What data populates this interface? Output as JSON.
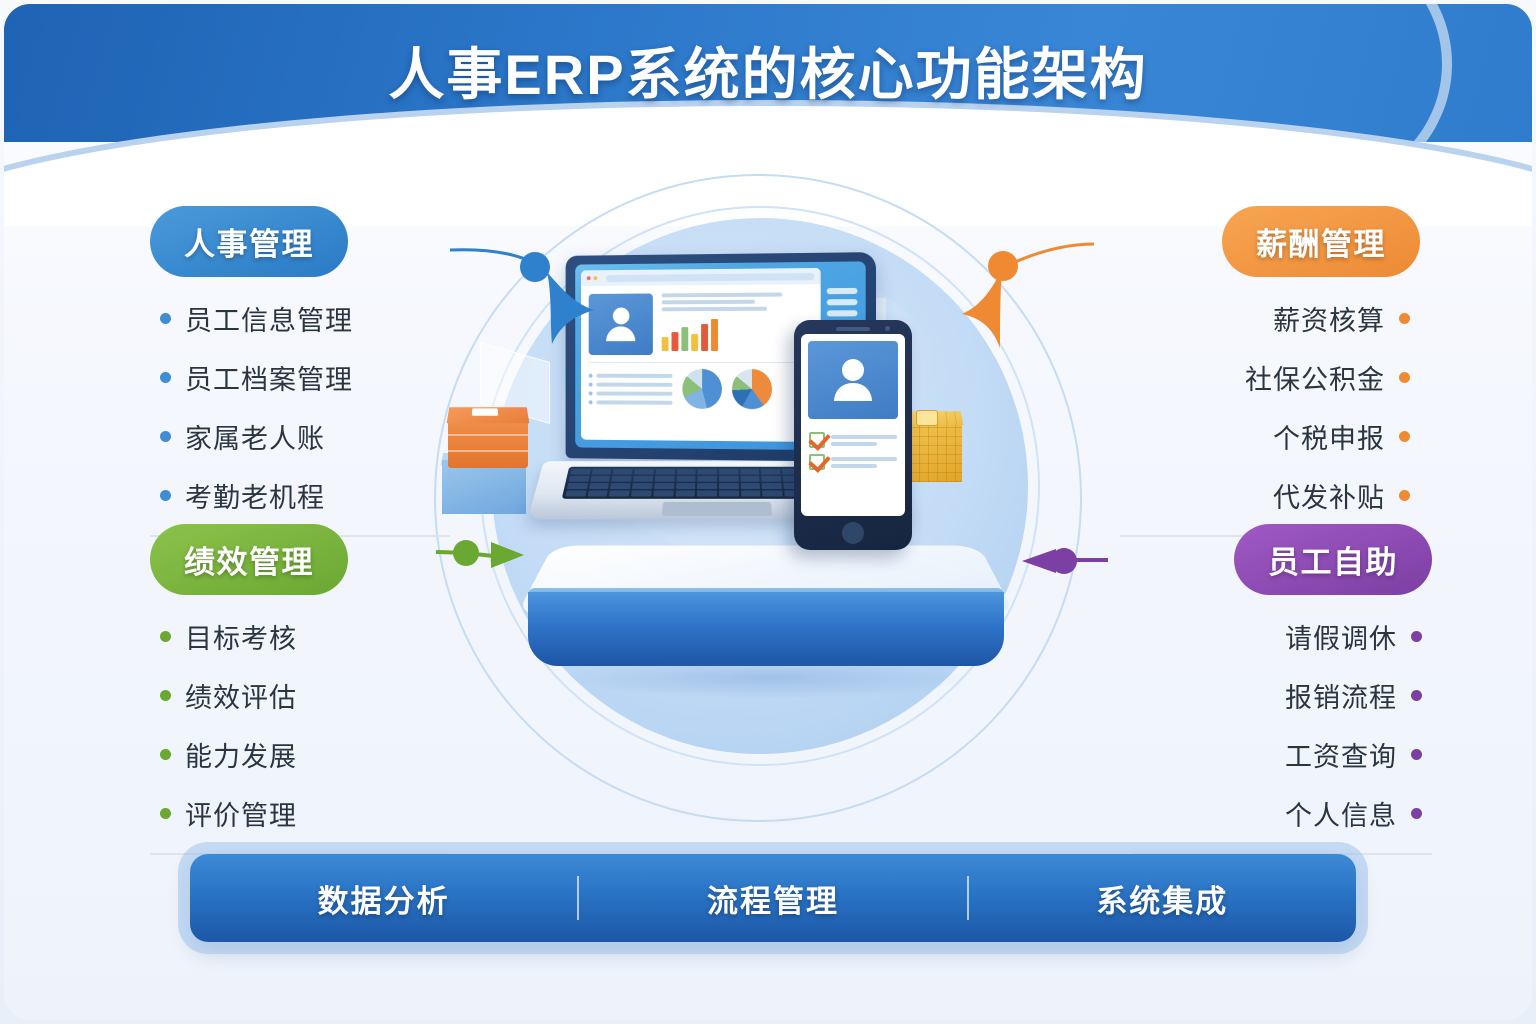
{
  "header": {
    "title": "人事ERP系统的核心功能架构"
  },
  "panels": {
    "personnel": {
      "label": "人事管理",
      "color": "#2a7ac6",
      "items": [
        "员工信息管理",
        "员工档案管理",
        "家属老人账",
        "考勤老机程"
      ]
    },
    "payroll": {
      "label": "薪酬管理",
      "color": "#ee8a34",
      "items": [
        "薪资核算",
        "社保公积金",
        "个税申报",
        "代发补贴"
      ]
    },
    "performance": {
      "label": "绩效管理",
      "color": "#6aa832",
      "items": [
        "目标考核",
        "绩效评估",
        "能力发展",
        "评价管理"
      ]
    },
    "selfservice": {
      "label": "员工自助",
      "color": "#7c3fa3",
      "items": [
        "请假调休",
        "报销流程",
        "工资查询",
        "个人信息"
      ]
    }
  },
  "footer": {
    "items": [
      "数据分析",
      "流程管理",
      "系统集成"
    ],
    "separator": "|"
  },
  "illustration": {
    "laptop": {
      "name": "laptop-dashboard",
      "window_title_placeholder": "",
      "bar_chart": {
        "type": "bar",
        "values": [
          40,
          55,
          70,
          50,
          80,
          95
        ],
        "colors": [
          "#f2c03c",
          "#e9583a",
          "#8cc07a",
          "#f2c03c",
          "#e05a3c",
          "#ef8a33"
        ]
      },
      "pie_charts": [
        {
          "type": "pie",
          "values": [
            46,
            22,
            18,
            14
          ],
          "colors": [
            "#4f90d4",
            "#7fb4e4",
            "#8cc07a",
            "#cfe0ef"
          ]
        },
        {
          "type": "pie",
          "values": [
            40,
            18,
            16,
            12,
            14
          ],
          "colors": [
            "#ef8a3c",
            "#4f90d4",
            "#2f6fb5",
            "#8cc07a",
            "#d9e6f2"
          ]
        }
      ]
    },
    "phone": {
      "name": "smartphone-checklist",
      "checkbox_count": 2
    },
    "props": [
      "orange-box-stack",
      "blue-cube",
      "gold-coin-cube"
    ]
  },
  "connectors": {
    "dots": [
      {
        "name": "connector-dot-personnel",
        "color": "#2f80cd"
      },
      {
        "name": "connector-dot-payroll",
        "color": "#ef8a33"
      },
      {
        "name": "connector-dot-performance",
        "color": "#6aa832"
      },
      {
        "name": "connector-dot-selfservice",
        "color": "#7c3fa3"
      }
    ]
  }
}
